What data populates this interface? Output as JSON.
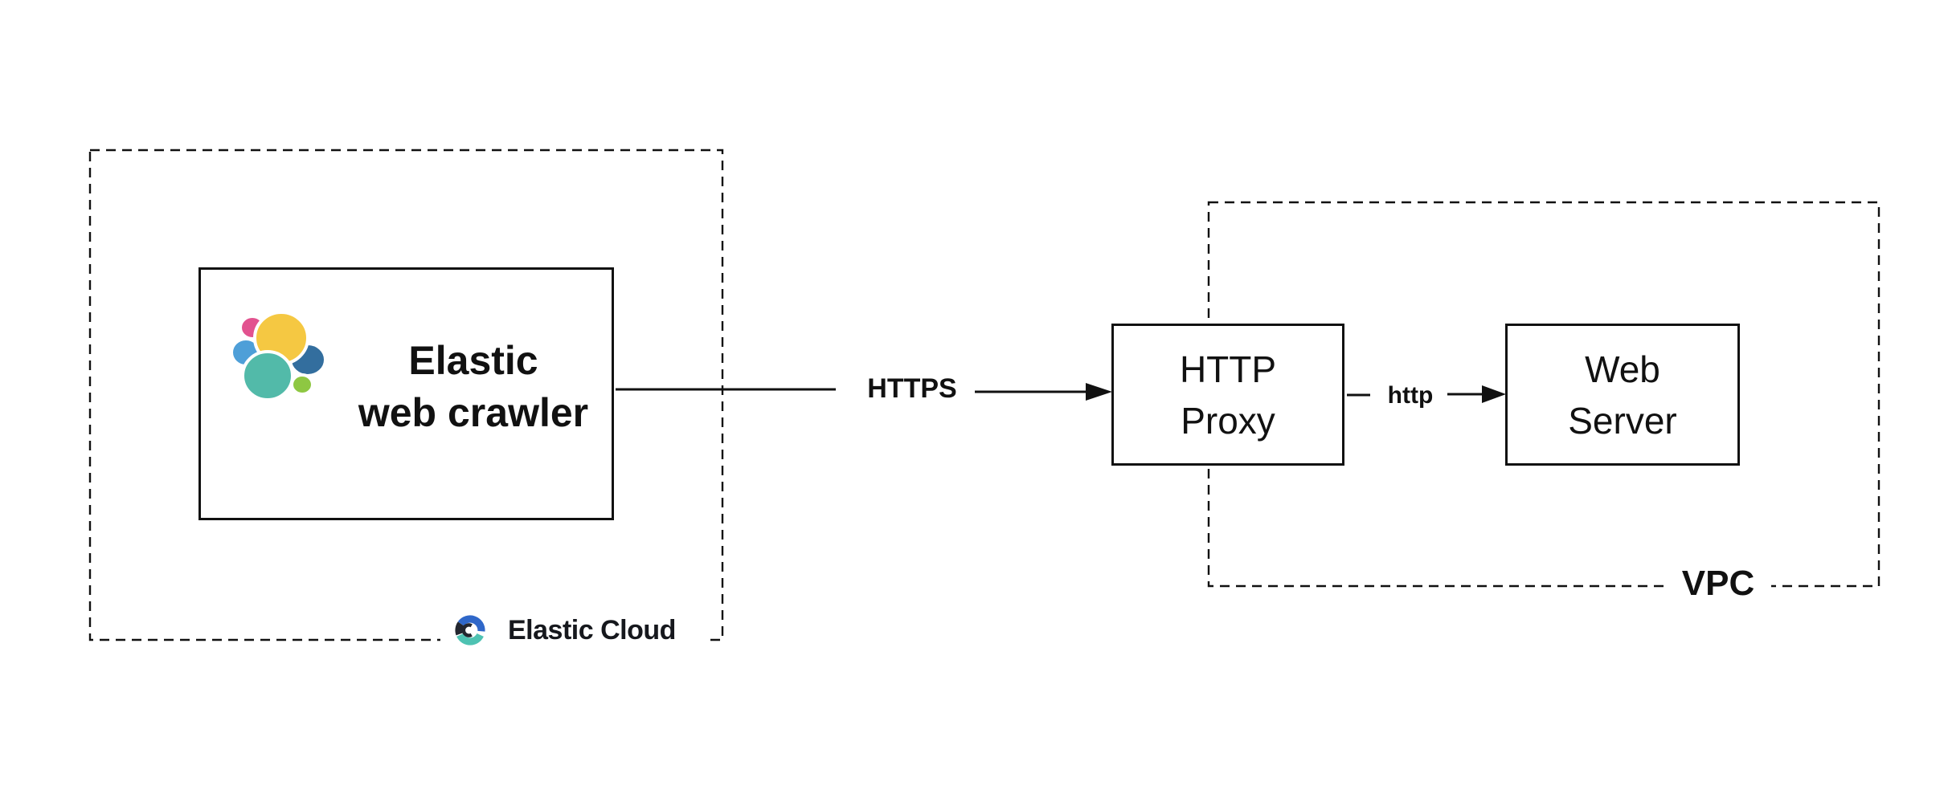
{
  "colors": {
    "background": "#ffffff",
    "line": "#111111",
    "text": "#111111"
  },
  "groups": {
    "elastic_cloud": {
      "label": "Elastic Cloud"
    },
    "vpc": {
      "label": "VPC"
    }
  },
  "nodes": {
    "crawler": {
      "line1": "Elastic",
      "line2": "web crawler"
    },
    "http_proxy": {
      "line1": "HTTP",
      "line2": "Proxy"
    },
    "web_server": {
      "line1": "Web",
      "line2": "Server"
    }
  },
  "edges": {
    "https": {
      "label": "HTTPS"
    },
    "http": {
      "label": "http"
    }
  },
  "logos": {
    "elasticsearch": {
      "pink": "#E2528F",
      "yellow": "#F5C842",
      "light_blue": "#4E9FD8",
      "teal": "#52BAA9",
      "dark_blue": "#336E9E",
      "green": "#8EC742"
    },
    "elastic_cloud": {
      "blue": "#2F67C9",
      "dark": "#23262F",
      "teal": "#4EC2B2"
    }
  }
}
